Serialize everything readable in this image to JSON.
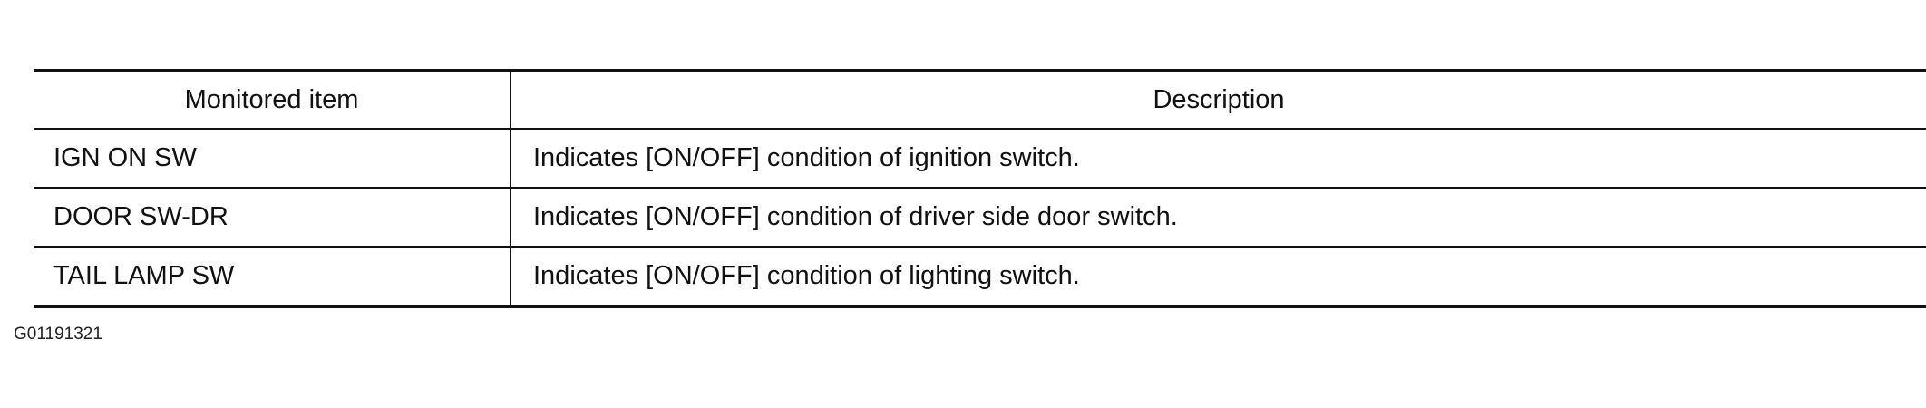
{
  "table": {
    "headers": [
      "Monitored item",
      "Description"
    ],
    "rows": [
      {
        "item": "IGN ON SW",
        "description": "Indicates [ON/OFF] condition of ignition switch."
      },
      {
        "item": "DOOR SW-DR",
        "description": "Indicates [ON/OFF] condition of driver side door switch."
      },
      {
        "item": "TAIL LAMP SW",
        "description": "Indicates [ON/OFF] condition of lighting switch."
      }
    ]
  },
  "figure_code": "G01191321"
}
